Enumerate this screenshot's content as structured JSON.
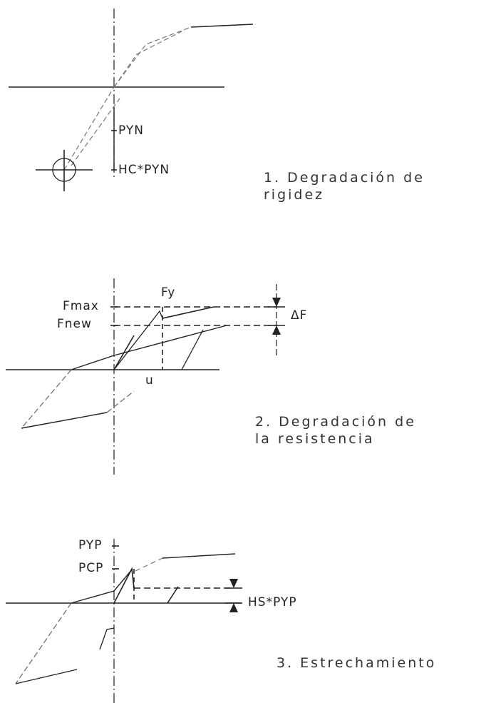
{
  "panel1": {
    "labels": {
      "pyn": "PYN",
      "hc_pyn": "HC*PYN"
    },
    "caption": {
      "line1": "1. Degradación de",
      "line2": "rigidez"
    }
  },
  "panel2": {
    "labels": {
      "fmax": "Fmax",
      "fnew": "Fnew",
      "fy": "Fy",
      "delta_f": "ΔF",
      "u": "u"
    },
    "caption": {
      "line1": "2. Degradación de",
      "line2": "la resistencia"
    }
  },
  "panel3": {
    "labels": {
      "pyp": "PYP",
      "pcp": "PCP",
      "hs_pyp": "HS*PYP"
    },
    "caption": {
      "line1": "3. Estrechamiento"
    }
  },
  "colors": {
    "ink": "#222222",
    "light_ink": "#777777"
  }
}
